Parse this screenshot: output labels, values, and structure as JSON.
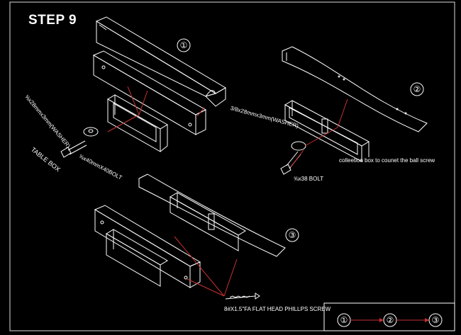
{
  "title": "STEP 9",
  "labels": {
    "washer_left": "⅝x28mmx3mm(WASHER)",
    "bolt_left": "⅝x40mmX40BOLT",
    "table_box": "TABLE BOX",
    "washer_right": "3/8x28mmx3mm(WASHER)",
    "collection_box": "colleetion box to counet the ball screw",
    "bolt_right": "⅝x38 BOLT",
    "screw": "8#X1.5\"FA FLAT HEAD PHILLPS SCREW"
  },
  "callouts": [
    "①",
    "②",
    "③"
  ],
  "sequence": [
    "①",
    "②",
    "③"
  ],
  "colors": {
    "background": "#000000",
    "line": "#ffffff",
    "leader": "#c83232"
  }
}
